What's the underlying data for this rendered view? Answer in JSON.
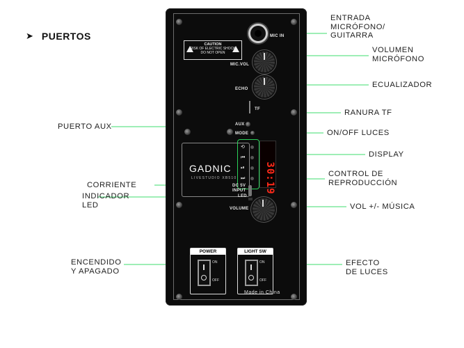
{
  "heading": {
    "bullet": "➤",
    "title": "PUERTOS"
  },
  "labels": {
    "mic_in": "ENTRADA\nMICRÓFONO/\nGUITARRA",
    "mic_vol": "VOLUMEN\nMICRÓFONO",
    "equalizer": "ECUALIZADOR",
    "tf_slot": "RANURA TF",
    "aux": "PUERTO AUX",
    "lights_onoff": "ON/OFF LUCES",
    "display": "DISPLAY",
    "playback": "CONTROL DE\nREPRODUCCIÓN",
    "power_in": "CORRIENTE",
    "led_indicator": "INDICADOR\nLED",
    "vol_music": "VOL +/- MÚSICA",
    "power_switch": "ENCENDIDO\nY APAGADO",
    "light_effect": "EFECTO\nDE LUCES"
  },
  "panel": {
    "caution_title": "CAUTION",
    "caution_line1": "RISK OF ELECTRIC SHOCK",
    "caution_line2": "DO NOT OPEN",
    "mic_in": "MIC IN",
    "mic_vol": "MIC.VOL",
    "echo": "ECHO",
    "tf": "TF",
    "aux": "AUX",
    "mode": "MODE",
    "brand": "GADNIC",
    "model": "LIVESTUDIO XB510",
    "display_digits": "30:19",
    "dc_input": "DC 5V\nINPUT",
    "led": "LED",
    "volume": "VOLUME",
    "power_title": "POWER",
    "light_title": "LIGHT SW",
    "on": "ON",
    "off": "OFF",
    "made_in": "Made in China"
  },
  "colors": {
    "connector_line": "#3ddc6e",
    "panel": "#0c0c0c",
    "display_led": "#ff2a1a"
  }
}
